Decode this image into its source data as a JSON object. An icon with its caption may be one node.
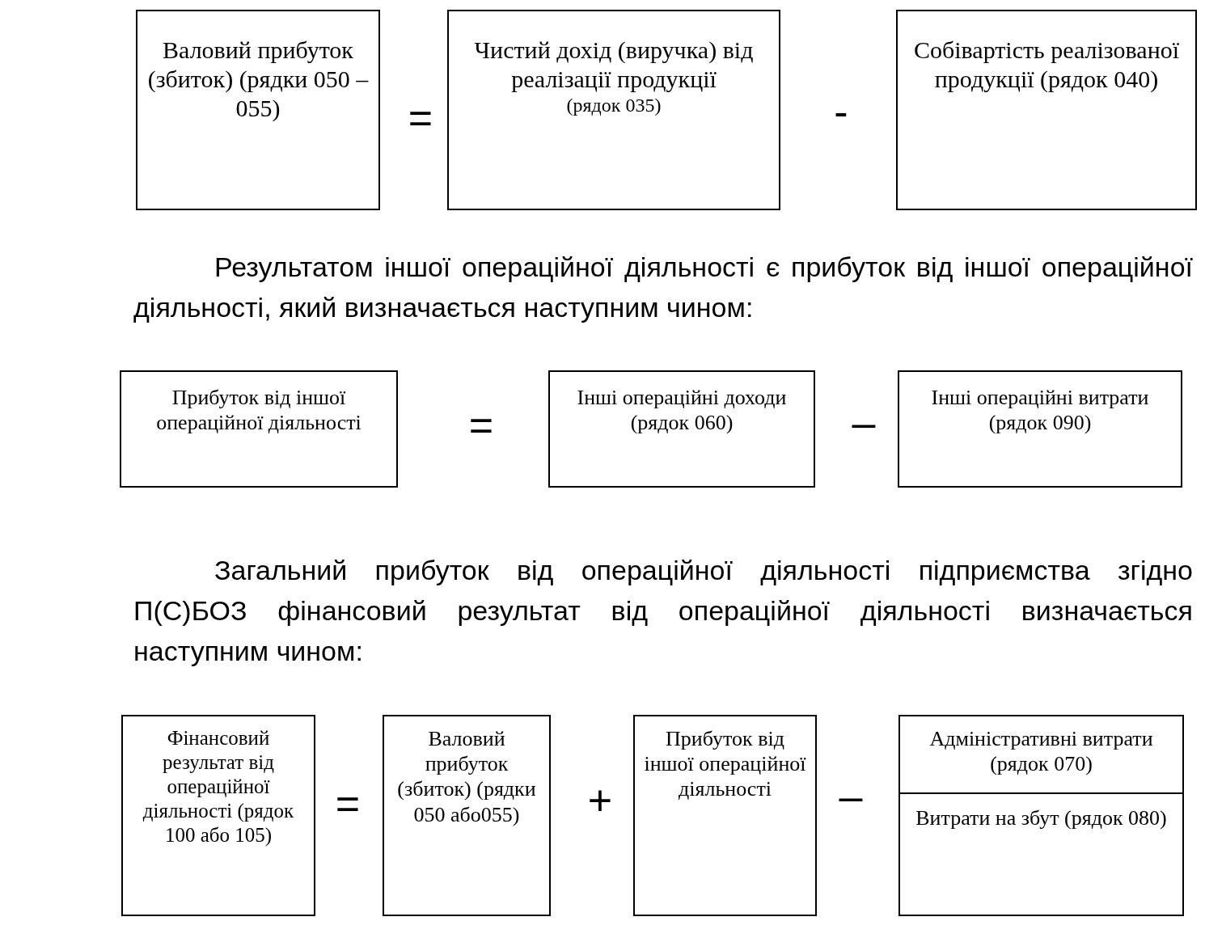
{
  "diagram": {
    "nodes": [
      {
        "text": [
          "Валовий прибуток (збиток) (рядки 050 – 055)"
        ]
      },
      {
        "text": [
          "Чистий дохід (виручка) від реалізації продукції",
          "(рядок 035)"
        ]
      },
      {
        "text": [
          "Собівартість реалізованої продукції (рядок 040)"
        ]
      },
      {
        "text": [
          "Прибуток від іншої операційної діяльності"
        ]
      },
      {
        "text": [
          "Інші операційні доходи (рядок 060)"
        ]
      },
      {
        "text": [
          "Інші операційні витрати (рядок 090)"
        ]
      },
      {
        "text": [
          "Фінансовий результат від операційної діяльності (рядок 100 або 105)"
        ]
      },
      {
        "text": [
          "Валовий прибуток (збиток) (рядки 050 або055)"
        ]
      },
      {
        "text": [
          "Прибуток від іншої операційної діяльності"
        ]
      },
      {
        "text": [
          "Адміністративні витрати (рядок 070)",
          "Витрати на збут (рядок 080)"
        ]
      }
    ],
    "labels": [
      "=",
      "-",
      "Результатом іншої операційної діяльності є прибуток від іншої операційної діяльності, який визначається наступним чином:",
      "=",
      "–",
      "Загальний прибуток від операційної діяльності підприємства згідно П(С)БОЗ фінансовий результат від операційної діяльності визначається наступним чином:",
      "=",
      "+",
      "–"
    ]
  }
}
